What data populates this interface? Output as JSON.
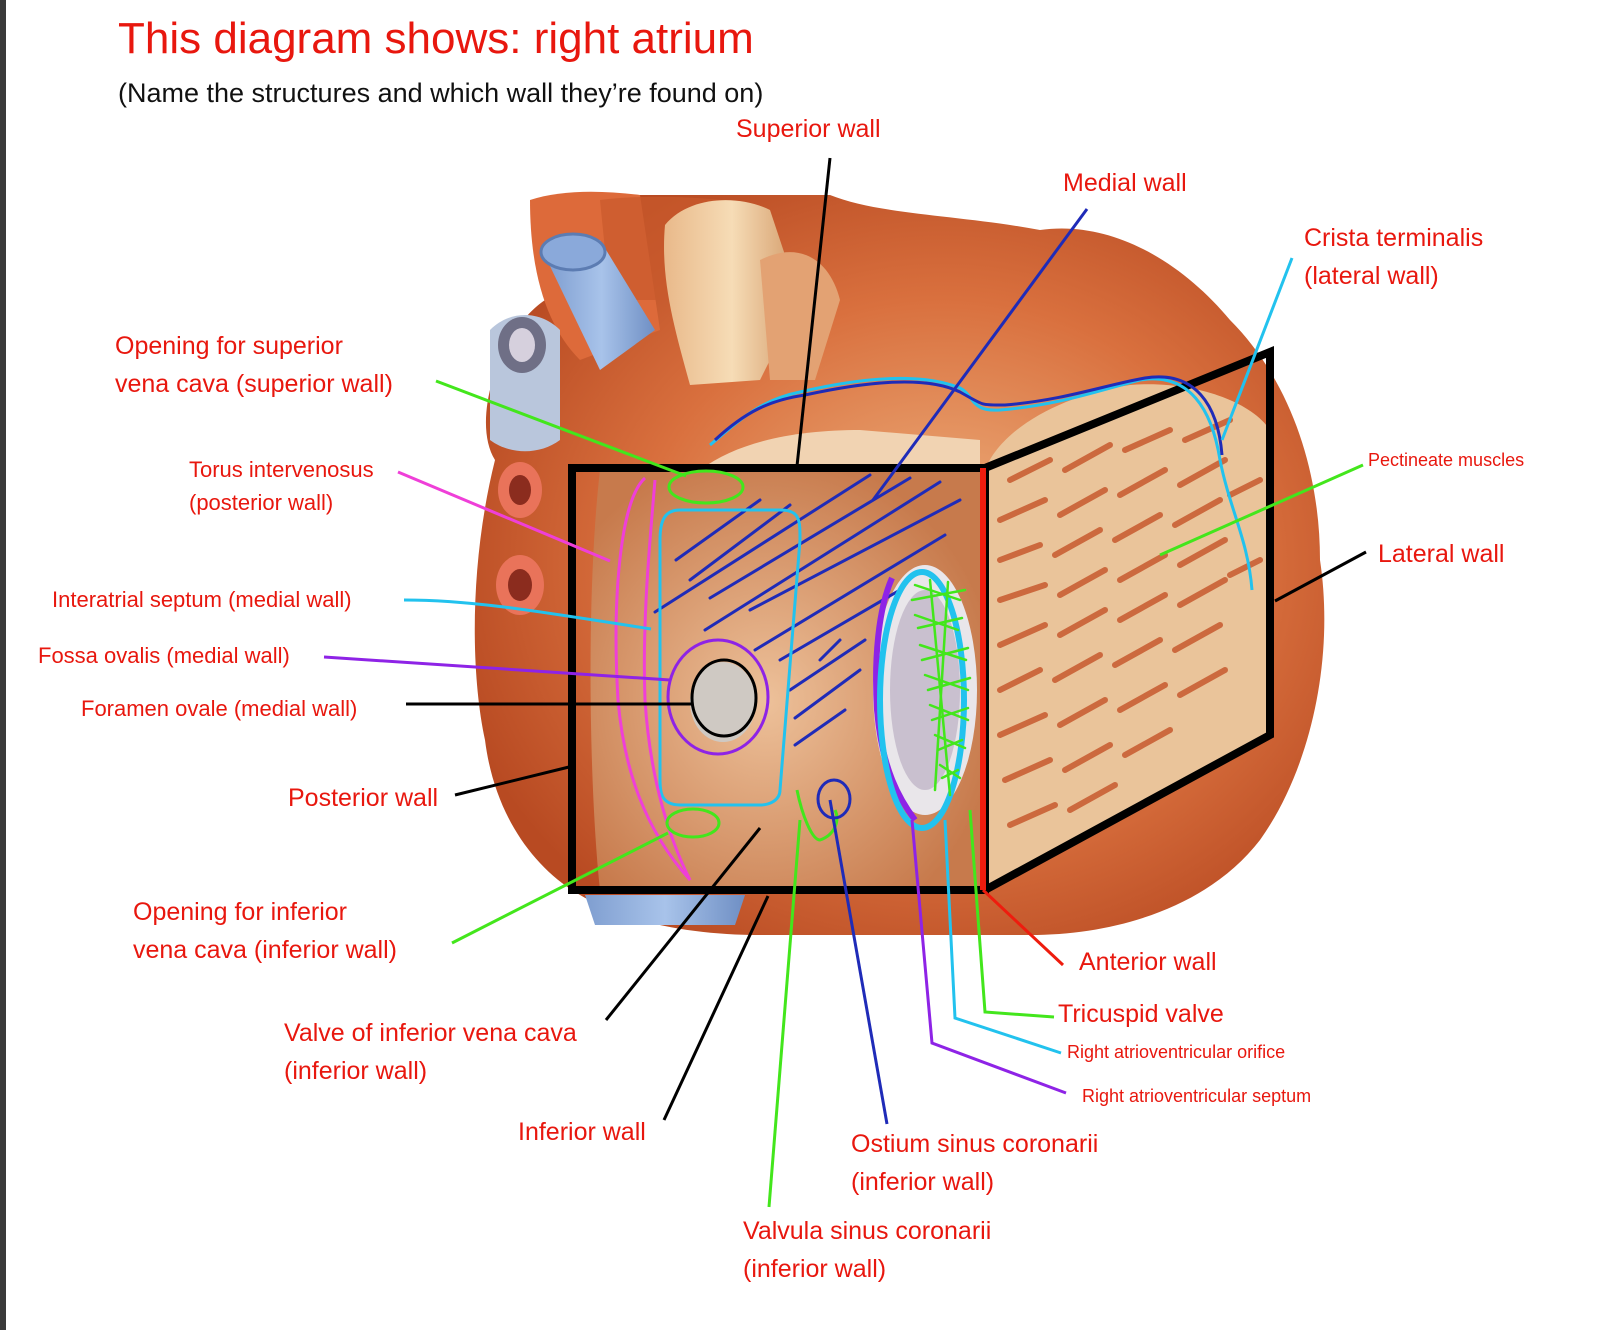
{
  "title": "This diagram shows: right atrium",
  "subtitle": "(Name the structures and which wall they’re found on)",
  "colors": {
    "label_text": "#e8170e",
    "box": "#000000",
    "anterior_wall": "#ee1c0e",
    "medial_blue": "#1f2bb8",
    "light_blue": "#22c2ee",
    "green": "#43e61c",
    "purple": "#8e23e6",
    "magenta": "#ef3fd8"
  },
  "labels": {
    "superior_wall": "Superior wall",
    "medial_wall": "Medial wall",
    "crista_terminalis_1": "Crista terminalis",
    "crista_terminalis_2": "(lateral wall)",
    "opening_svc_1": "Opening for superior",
    "opening_svc_2": "vena cava (superior wall)",
    "torus_1": "Torus intervenosus",
    "torus_2": "(posterior wall)",
    "pectineate": "Pectineate muscles",
    "lateral_wall": "Lateral wall",
    "interatrial_septum": "Interatrial septum (medial wall)",
    "fossa_ovalis": "Fossa ovalis (medial wall)",
    "foramen_ovale": "Foramen ovale (medial wall)",
    "posterior_wall": "Posterior wall",
    "opening_ivc_1": "Opening for inferior",
    "opening_ivc_2": "vena cava (inferior wall)",
    "anterior_wall": "Anterior wall",
    "tricuspid_valve": "Tricuspid valve",
    "right_av_orifice": "Right atrioventricular orifice",
    "right_av_septum": "Right atrioventricular septum",
    "valve_ivc_1": "Valve of inferior vena cava",
    "valve_ivc_2": "(inferior wall)",
    "inferior_wall": "Inferior wall",
    "ostium_1": "Ostium sinus coronarii",
    "ostium_2": "(inferior wall)",
    "valvula_1": "Valvula sinus coronarii",
    "valvula_2": "(inferior wall)"
  }
}
